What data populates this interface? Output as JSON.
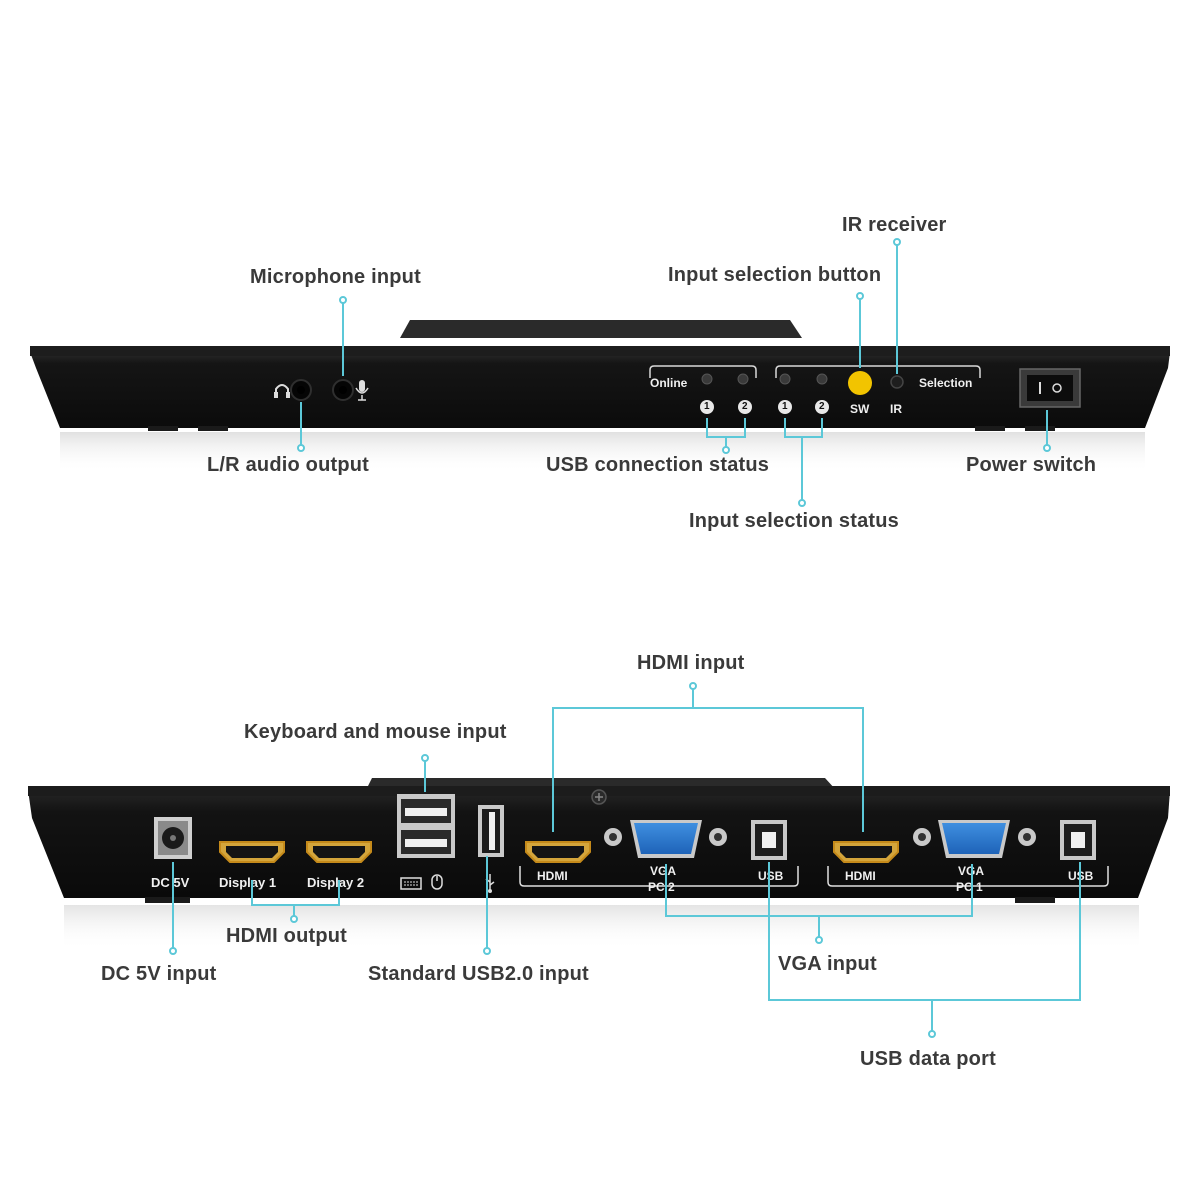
{
  "front_panel": {
    "panel_text": {
      "online": "Online",
      "selection": "Selection",
      "sw": "SW",
      "ir": "IR",
      "num1": "1",
      "num2": "2"
    },
    "labels": {
      "microphone_input": "Microphone input",
      "lr_audio_output": "L/R audio output",
      "input_selection_button": "Input selection button",
      "ir_receiver": "IR receiver",
      "usb_connection_status": "USB connection status",
      "input_selection_status": "Input selection status",
      "power_switch": "Power switch"
    }
  },
  "back_panel": {
    "panel_text": {
      "dc5v": "DC 5V",
      "display1": "Display 1",
      "display2": "Display 2",
      "hdmi_pc2": "HDMI",
      "vga_pc2": "VGA",
      "pc2": "PC 2",
      "usb_pc2": "USB",
      "hdmi_pc1": "HDMI",
      "vga_pc1": "VGA",
      "pc1": "PC 1",
      "usb_pc1": "USB"
    },
    "labels": {
      "hdmi_input": "HDMI input",
      "keyboard_mouse_input": "Keyboard and mouse input",
      "hdmi_output": "HDMI output",
      "dc_5v_input": "DC 5V input",
      "standard_usb_input": "Standard USB2.0 input",
      "vga_input": "VGA input",
      "usb_data_port": "USB data port"
    }
  },
  "colors": {
    "callout_line": "#5cc8d8",
    "device_body": "#141414",
    "sw_button": "#f2c400"
  },
  "icons": [
    "headphone-icon",
    "microphone-icon",
    "keyboard-icon",
    "mouse-icon",
    "usb-icon"
  ]
}
